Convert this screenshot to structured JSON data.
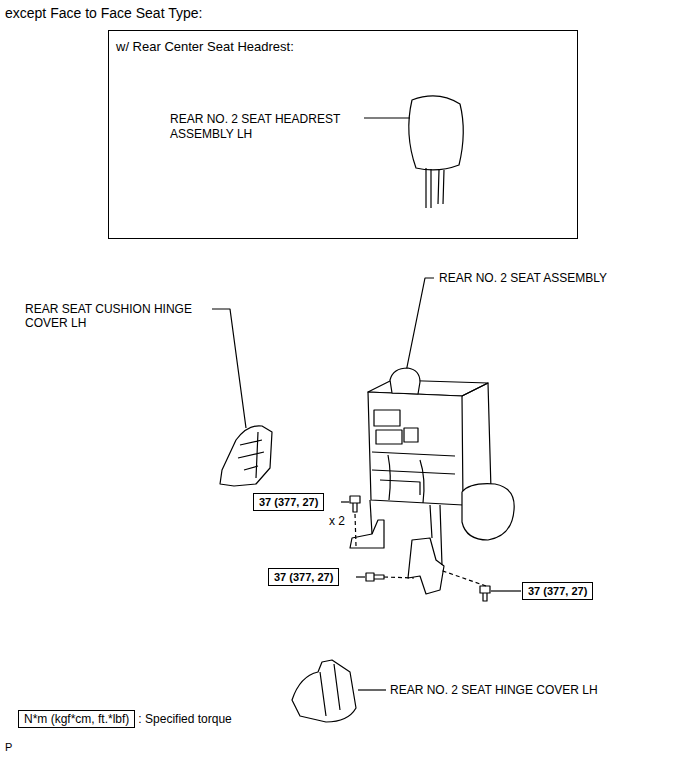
{
  "diagram": {
    "title": "except Face to Face Seat Type:",
    "nodes": [
      {
        "text": [
          "w/ Rear Center Seat Headrest:",
          "REAR NO. 2 SEAT HEADREST ASSEMBLY LH"
        ]
      },
      {
        "text": [
          "37 (377, 27)"
        ]
      },
      {
        "text": [
          "37 (377, 27)"
        ]
      },
      {
        "text": [
          "37 (377, 27)"
        ]
      },
      {
        "text": [
          "N*m (kgf*cm, ft.*lbf)",
          ": Specified torque"
        ]
      }
    ],
    "labels": [
      "REAR NO. 2 SEAT ASSEMBLY",
      "REAR SEAT CUSHION HINGE COVER LH",
      "x 2",
      "REAR NO. 2 SEAT HINGE COVER LH",
      "P"
    ]
  }
}
